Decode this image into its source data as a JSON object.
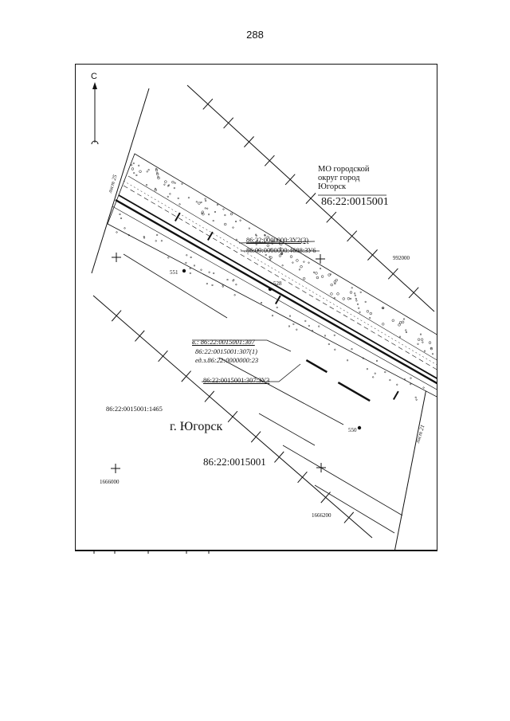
{
  "page": {
    "number": "288"
  },
  "map": {
    "north_label": "С",
    "municipality": [
      "МО городской",
      "округ город",
      "Югорск"
    ],
    "quarter_main": "86:22:0015001",
    "quarter_south": "86:22:0015001",
    "city": "г. Югорск",
    "parcel_1465": "86:22:0015001:1465",
    "labels": {
      "zu2": "86:22:0000000:ЗУ2(3)",
      "zu6": "86:09:0000000:4688:ЗУ6",
      "l307": "в.: 86:22:0015001:307",
      "l307_1": "86:22:0015001:307(1)",
      "l23": "ед.з.86:22:0000000:23",
      "zu3": "86:22:0015001:307:ЗУ3"
    },
    "points": {
      "p528": "528",
      "p551": "551",
      "p550": "550"
    },
    "coords": {
      "y992000": "992000",
      "x1666000": "1666000",
      "x1666200": "1666200"
    },
    "sheets": {
      "left": "лист 25",
      "right": "лист 21"
    }
  }
}
